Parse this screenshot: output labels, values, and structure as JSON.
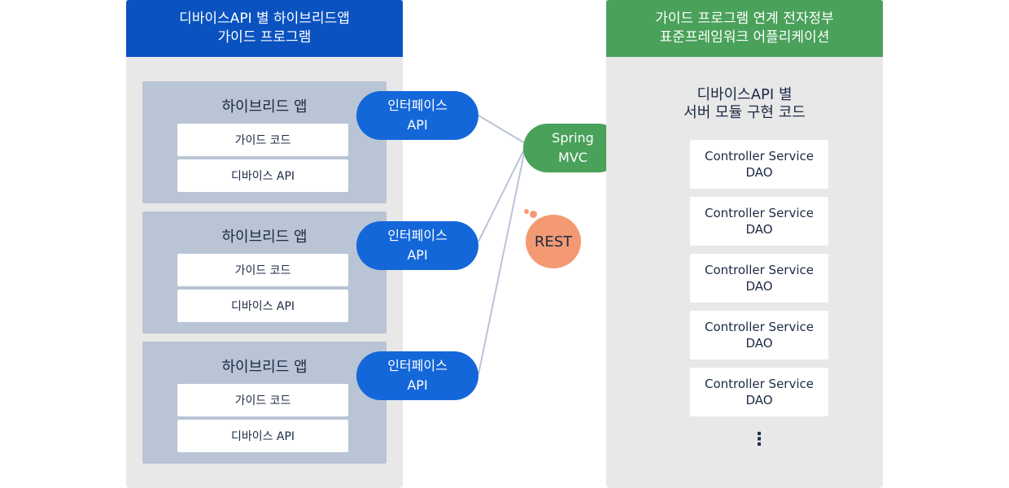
{
  "left_panel": {
    "header_line1": "디바이스API 별 하이브리드앱",
    "header_line2": "가이드 프로그램"
  },
  "hybrid_apps": [
    {
      "title": "하이브리드 앱",
      "guide_code": "가이드 코드",
      "device_api": "디바이스 API"
    },
    {
      "title": "하이브리드 앱",
      "guide_code": "가이드 코드",
      "device_api": "디바이스 API"
    },
    {
      "title": "하이브리드 앱",
      "guide_code": "가이드 코드",
      "device_api": "디바이스 API"
    }
  ],
  "interface_api": [
    {
      "line1": "인터페이스",
      "line2": "API"
    },
    {
      "line1": "인터페이스",
      "line2": "API"
    },
    {
      "line1": "인터페이스",
      "line2": "API"
    }
  ],
  "spring_mvc": {
    "line1": "Spring",
    "line2": "MVC"
  },
  "rest": {
    "label": "REST"
  },
  "right_panel": {
    "header_line1": "가이드 프로그램 연계 전자정부",
    "header_line2": "표준프레임워크 어플리케이션",
    "server_title_line1": "디바이스API 별",
    "server_title_line2": "서버 모듈 구현 코드"
  },
  "modules": [
    {
      "line1": "Controller Service",
      "line2": "DAO"
    },
    {
      "line1": "Controller Service",
      "line2": "DAO"
    },
    {
      "line1": "Controller Service",
      "line2": "DAO"
    },
    {
      "line1": "Controller Service",
      "line2": "DAO"
    },
    {
      "line1": "Controller Service",
      "line2": "DAO"
    }
  ],
  "more_indicator": "⋮",
  "colors": {
    "left_header": "#0a52c0",
    "right_header": "#4aa15a",
    "interface_pill": "#1467d9",
    "spring_pill": "#4aa15a",
    "rest_circle": "#f39a73",
    "connector": "#b9c4d5"
  }
}
